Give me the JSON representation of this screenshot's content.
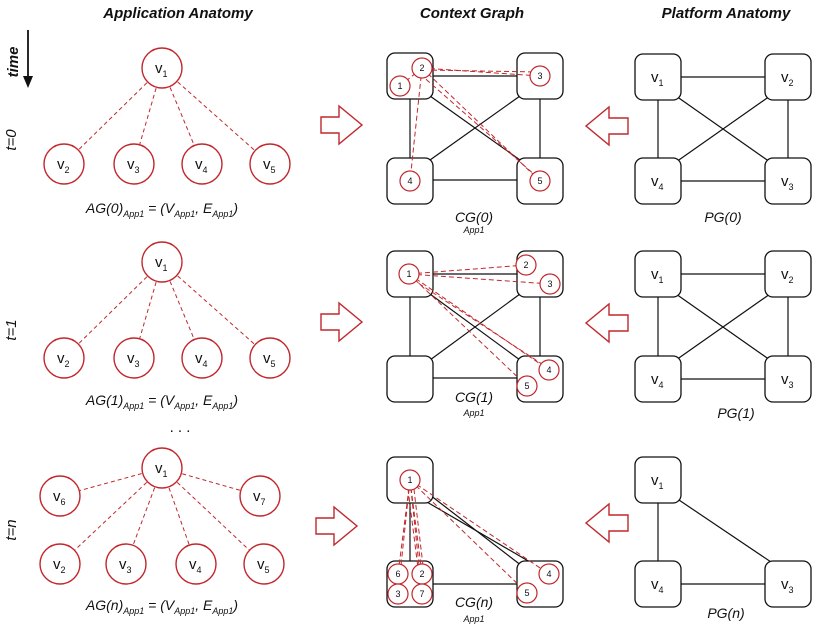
{
  "headers": {
    "application": "Application Anatomy",
    "context": "Context Graph",
    "platform": "Platform Anatomy",
    "time": "time"
  },
  "rows": {
    "r0": {
      "label": "t=0",
      "ag_caption": "AG(0)",
      "ag_sub": "App1",
      "ag_rest1": " = (V",
      "ag_rest2": ", E",
      "ag_rest3": ")",
      "cg_caption": "CG(0)",
      "cg_sub": "App1",
      "pg_caption": "PG(0)"
    },
    "r1": {
      "label": "t=1",
      "ag_caption": "AG(1)",
      "ag_sub": "App1",
      "ag_rest1": " = (V",
      "ag_rest2": ", E",
      "ag_rest3": ")",
      "cg_caption": "CG(1)",
      "cg_sub": "App1",
      "pg_caption": "PG(1)"
    },
    "r2": {
      "label": "t=n",
      "ag_caption": "AG(n)",
      "ag_sub": "App1",
      "ag_rest1": " = (V",
      "ag_rest2": ", E",
      "ag_rest3": ")",
      "cg_caption": "CG(n)",
      "cg_sub": "App1",
      "pg_caption": "PG(n)"
    }
  },
  "ellipsis": ". . .",
  "v": "v",
  "sub": {
    "s1": "1",
    "s2": "2",
    "s3": "3",
    "s4": "4",
    "s5": "5",
    "s6": "6",
    "s7": "7"
  },
  "cg": {
    "n1": "1",
    "n2": "2",
    "n3": "3",
    "n4": "4",
    "n5": "5",
    "n6": "6",
    "n7": "7"
  },
  "colors": {
    "accent": "#c0282d",
    "ink": "#111111"
  }
}
